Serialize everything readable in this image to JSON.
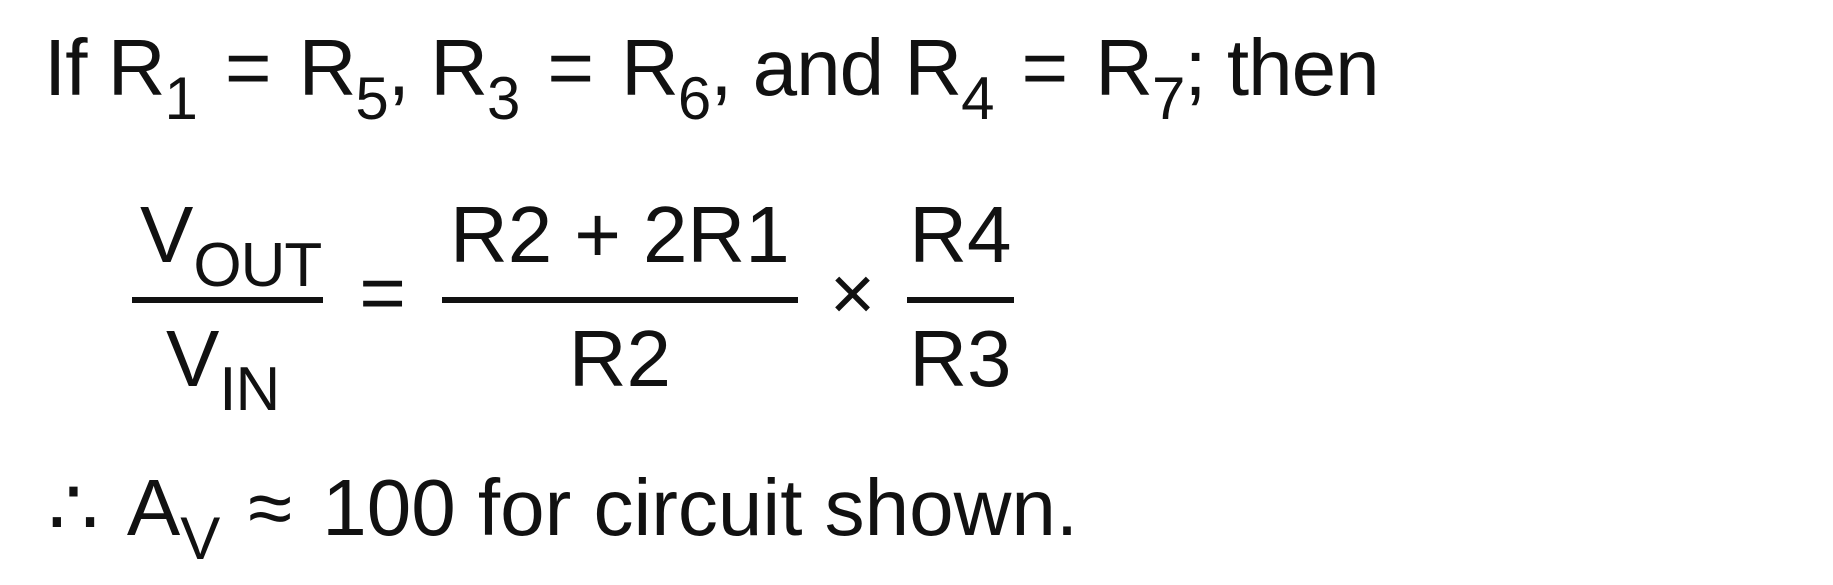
{
  "line1": {
    "if_word": "If",
    "r1_base": "R",
    "r1_sub": "1",
    "equals": "=",
    "r5_base": "R",
    "r5_sub": "5",
    "comma1": ",",
    "r3_base": "R",
    "r3_sub": "3",
    "r6_base": "R",
    "r6_sub": "6",
    "and_word": ", and",
    "r4_base": "R",
    "r4_sub": "4",
    "r7_base": "R",
    "r7_sub": "7",
    "then_word": "; then"
  },
  "formula": {
    "vout_base": "V",
    "vout_sub": "OUT",
    "vin_base": "V",
    "vin_sub": "IN",
    "equals": "=",
    "ratio_num_a": "R2",
    "ratio_plus": "+",
    "ratio_num_b": "2R1",
    "ratio_den": "R2",
    "times": "×",
    "r4_num": "R4",
    "r3_den": "R3"
  },
  "line3": {
    "therefore": "∴",
    "av_base": "A",
    "av_sub": "V",
    "approx": "≈",
    "value": "100",
    "tail": "for circuit shown."
  }
}
